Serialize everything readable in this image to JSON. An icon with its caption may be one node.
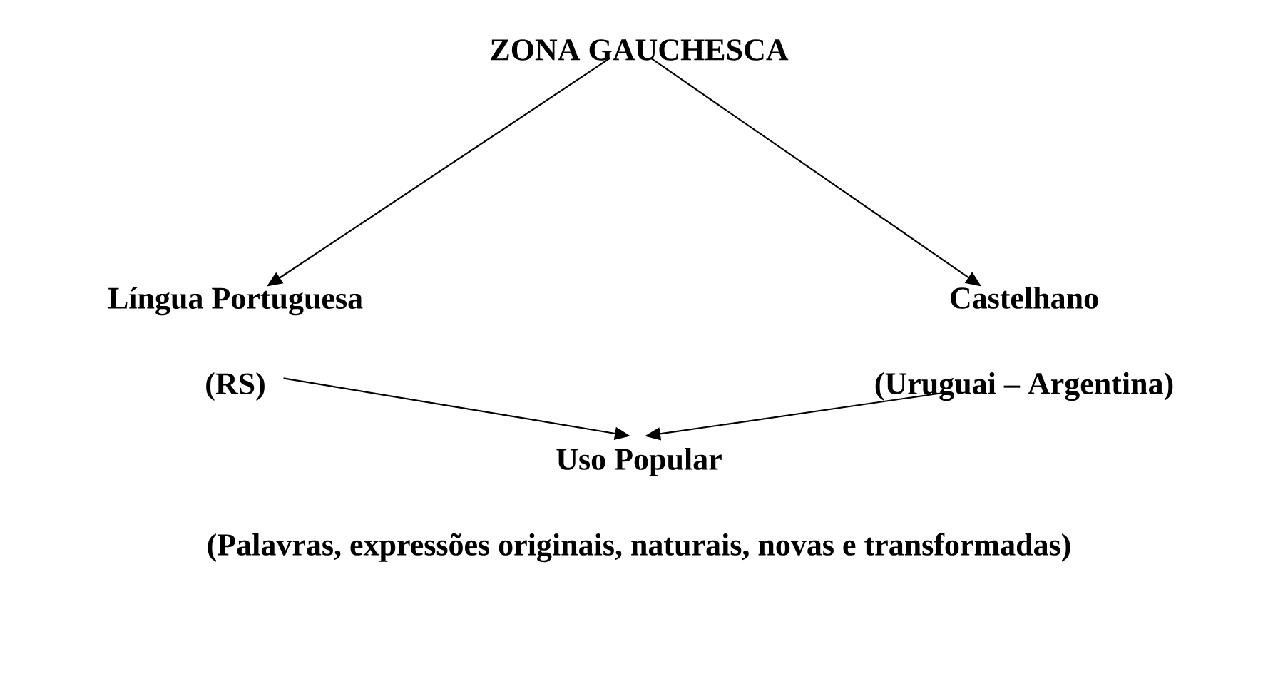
{
  "diagram": {
    "nodes": [
      {
        "text": [
          "ZONA GAUCHESCA"
        ]
      },
      {
        "text": [
          "Língua Portuguesa",
          "(RS)"
        ]
      },
      {
        "text": [
          "Castelhano",
          "(Uruguai – Argentina)"
        ]
      },
      {
        "text": [
          "Uso Popular",
          "(Palavras, expressões originais, naturais, novas e transformadas)"
        ]
      }
    ],
    "edges": [
      {
        "from": 0,
        "to": 1,
        "arrow": "to"
      },
      {
        "from": 0,
        "to": 2,
        "arrow": "to"
      },
      {
        "from": 1,
        "to": 3,
        "arrow": "to"
      },
      {
        "from": 2,
        "to": 3,
        "arrow": "to"
      }
    ]
  }
}
